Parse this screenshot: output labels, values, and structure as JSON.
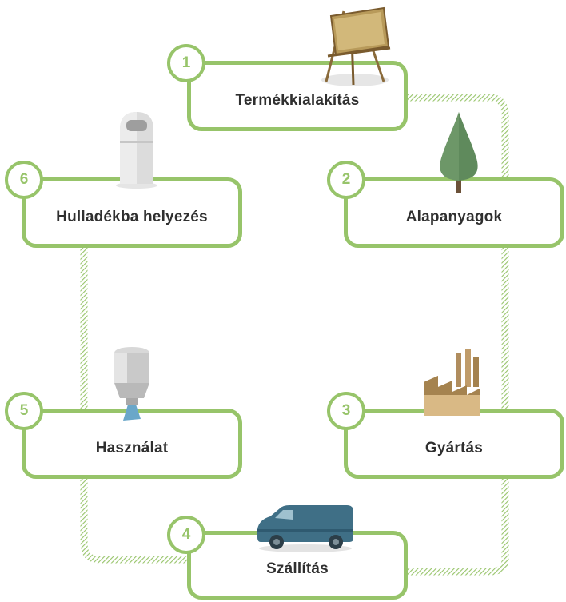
{
  "colors": {
    "accent": "#97c46a",
    "text": "#2f2f2f"
  },
  "steps": [
    {
      "number": "1",
      "label": "Termékkialakítás",
      "icon": "easel-icon"
    },
    {
      "number": "2",
      "label": "Alapanyagok",
      "icon": "tree-icon"
    },
    {
      "number": "3",
      "label": "Gyártás",
      "icon": "factory-icon"
    },
    {
      "number": "4",
      "label": "Szállítás",
      "icon": "van-icon"
    },
    {
      "number": "5",
      "label": "Használat",
      "icon": "spray-bottle-icon"
    },
    {
      "number": "6",
      "label": "Hulladékba helyezés",
      "icon": "trash-bin-icon"
    }
  ]
}
